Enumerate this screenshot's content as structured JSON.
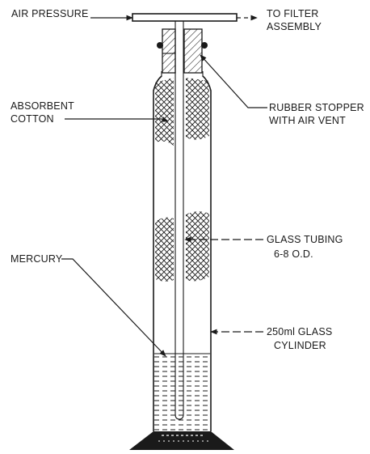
{
  "labels": {
    "air_pressure": "AIR PRESSURE",
    "to_filter_1": "TO FILTER",
    "to_filter_2": "ASSEMBLY",
    "absorbent_1": "ABSORBENT",
    "absorbent_2": "COTTON",
    "stopper_1": "RUBBER STOPPER",
    "stopper_2": "WITH AIR VENT",
    "tubing_1": "GLASS TUBING",
    "tubing_2": "6-8 O.D.",
    "mercury": "MERCURY",
    "cylinder_1": "250ml GLASS",
    "cylinder_2": "CYLINDER"
  },
  "colors": {
    "ink": "#1a1a1a",
    "paper": "#ffffff"
  }
}
